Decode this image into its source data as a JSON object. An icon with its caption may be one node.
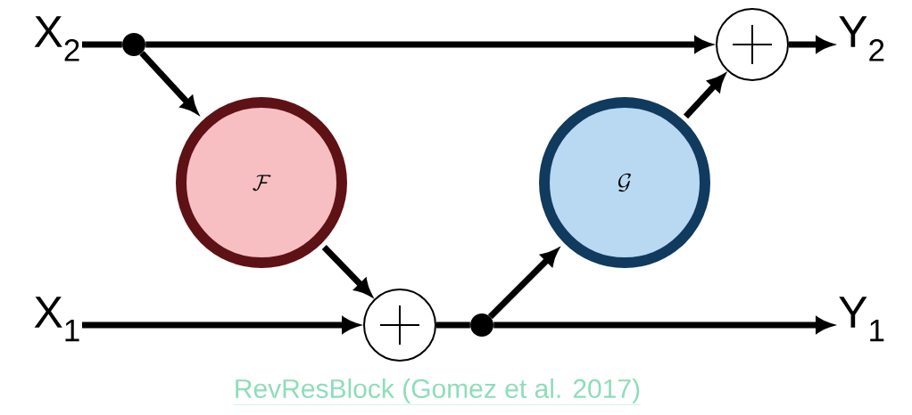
{
  "diagram": {
    "caption": "RevResBlock (Gomez et al. 2017)",
    "nodes": [
      {
        "text": [
          "X$_{2}$"
        ]
      },
      {
        "text": [],
        "shape": "circle"
      },
      {
        "text": [],
        "shape": "circle"
      },
      {
        "text": [
          "Y$_{2}$"
        ]
      },
      {
        "text": [
          "\\mathcal{F}"
        ]
      },
      {
        "text": [
          "\\mathcal{G}"
        ]
      },
      {
        "text": [
          "X$_{1}$"
        ]
      },
      {
        "text": [],
        "shape": "circle"
      },
      {
        "text": [],
        "shape": "circle"
      },
      {
        "text": [
          "Y$_{1}$"
        ]
      }
    ],
    "edges": [
      {
        "from": 0,
        "to": 1,
        "arrow": "none"
      },
      {
        "from": 1,
        "to": 2,
        "arrow": "to"
      },
      {
        "from": 1,
        "to": 4,
        "arrow": "to"
      },
      {
        "from": 2,
        "to": 3,
        "arrow": "to"
      },
      {
        "from": 4,
        "to": 7,
        "arrow": "to"
      },
      {
        "from": 6,
        "to": 7,
        "arrow": "to"
      },
      {
        "from": 7,
        "to": 8,
        "arrow": "none"
      },
      {
        "from": 8,
        "to": 5,
        "arrow": "to"
      },
      {
        "from": 8,
        "to": 9,
        "arrow": "to"
      },
      {
        "from": 5,
        "to": 2,
        "arrow": "to"
      }
    ]
  }
}
